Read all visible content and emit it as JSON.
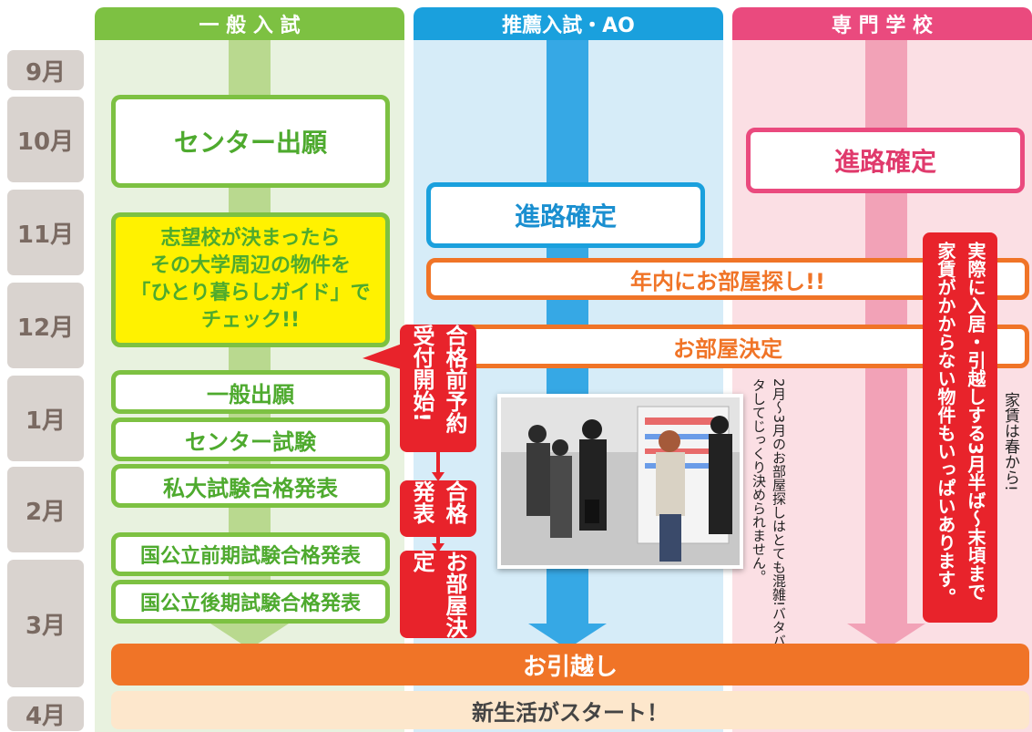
{
  "months": [
    "9月",
    "10月",
    "11月",
    "12月",
    "1月",
    "2月",
    "3月",
    "4月"
  ],
  "columns": {
    "general": {
      "title": "一 般 入 試",
      "color": "#7dc142",
      "bg": "#e8f2df"
    },
    "recommend": {
      "title": "推薦入試・AO",
      "color": "#1aa0dd",
      "bg": "#d6ecf8"
    },
    "vocational": {
      "title": "専 門 学 校",
      "color": "#ea4a7e",
      "bg": "#fbdfe4"
    }
  },
  "general_steps": {
    "center_apply": "センター出願",
    "check_lines": [
      "志望校が決まったら",
      "その大学周辺の物件を",
      "「ひとり暮らしガイド」で",
      "チェック!!"
    ],
    "general_apply": "一般出願",
    "center_exam": "センター試験",
    "private_result": "私大試験合格発表",
    "public_early": "国公立前期試験合格発表",
    "public_late": "国公立後期試験合格発表"
  },
  "recommend_steps": {
    "career_decided": "進路確定",
    "year_search": "年内にお部屋探し!!",
    "room_decided": "お部屋決定"
  },
  "vocational_steps": {
    "career_decided": "進路確定",
    "note_box": "実際に入居・引越しする3月半ば〜末頃まで家賃がかからない物件もいっぱいあります。"
  },
  "callouts": {
    "pre_reserve": "合格前予約受付開始!",
    "result": "合格発表",
    "room": "お部屋決定"
  },
  "handwritten": {
    "busy_note": "2月〜3月のお部屋探しはとても混雑!バタバタしてじっくり決められません。",
    "rent_note": "家賃は春から!"
  },
  "bottom": {
    "moving": "お引越し",
    "new_life": "新生活がスタート！"
  },
  "photo": {
    "description": "photo"
  }
}
